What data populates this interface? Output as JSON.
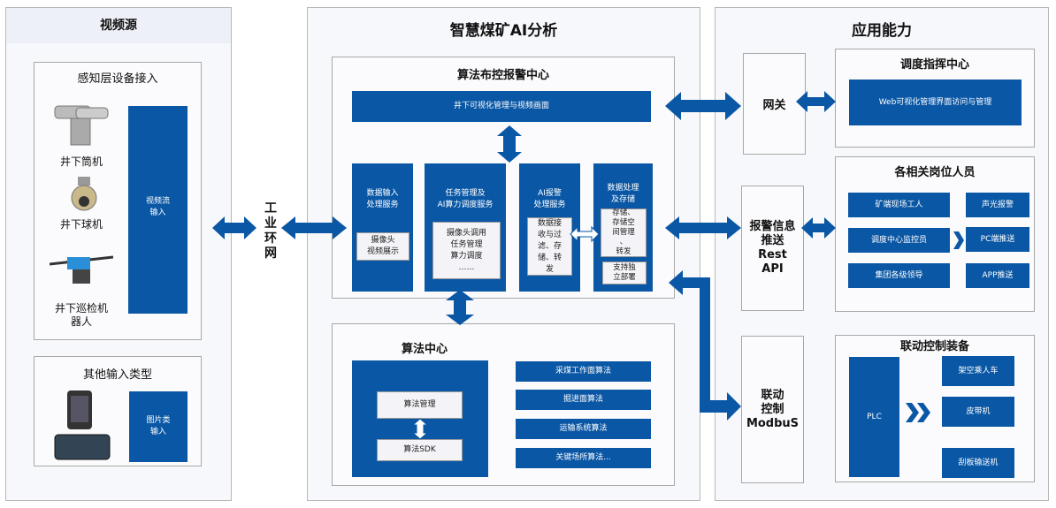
{
  "colors": {
    "blue": "#0a57a5",
    "panel": "#f7f8fc"
  },
  "left": {
    "title": "视频源",
    "sensing": {
      "title": "感知层设备接入",
      "stream": "视频流\n输入",
      "devices": [
        "井下筒机",
        "井下球机",
        "井下巡检机\n器人"
      ]
    },
    "other": {
      "title": "其他输入类型",
      "image": "图片类\n输入"
    }
  },
  "network": "工\n业\n环\n网",
  "center": {
    "title": "智慧煤矿AI分析",
    "alarm": {
      "title": "算法布控报警中心",
      "bar": "井下可视化管理与视频画面",
      "services": [
        {
          "title": "数据输入\n处理服务",
          "inner": [
            "摄像头\n视频展示"
          ]
        },
        {
          "title": "任务管理及\nAI算力调度服务",
          "inner": [
            "摄像头调用\n任务管理\n算力调度\n……"
          ]
        },
        {
          "title": "AI报警\n处理服务",
          "inner": [
            "数据接\n收与过\n滤、存\n储、转\n发"
          ]
        },
        {
          "title": "数据处理\n及存储",
          "inner": [
            "存储、\n存储空\n间管理\n、\n转发",
            "支持独\n立部署"
          ]
        }
      ]
    },
    "algo": {
      "title": "算法中心",
      "manage": "算法管理",
      "sdk": "算法SDK",
      "items": [
        "采煤工作面算法",
        "掘进面算法",
        "运输系统算法",
        "关键场所算法..."
      ]
    }
  },
  "right": {
    "title": "应用能力",
    "gateway": "网关",
    "alarm_push": "报警信息\n推送\nRest\nAPI",
    "linkage": "联动\n控制\nModbuS",
    "dispatch": {
      "title": "调度指挥中心",
      "item": "Web可视化管理界面访问与管理"
    },
    "staff": {
      "title": "各相关岗位人员",
      "people": [
        "矿端现场工人",
        "调度中心监控员",
        "集团各级领导"
      ],
      "channels": [
        "声光报警",
        "PC端推送",
        "APP推送"
      ]
    },
    "equip": {
      "title": "联动控制装备",
      "plc": "PLC",
      "items": [
        "架空乘人车",
        "皮带机",
        "刮板输送机"
      ]
    }
  }
}
